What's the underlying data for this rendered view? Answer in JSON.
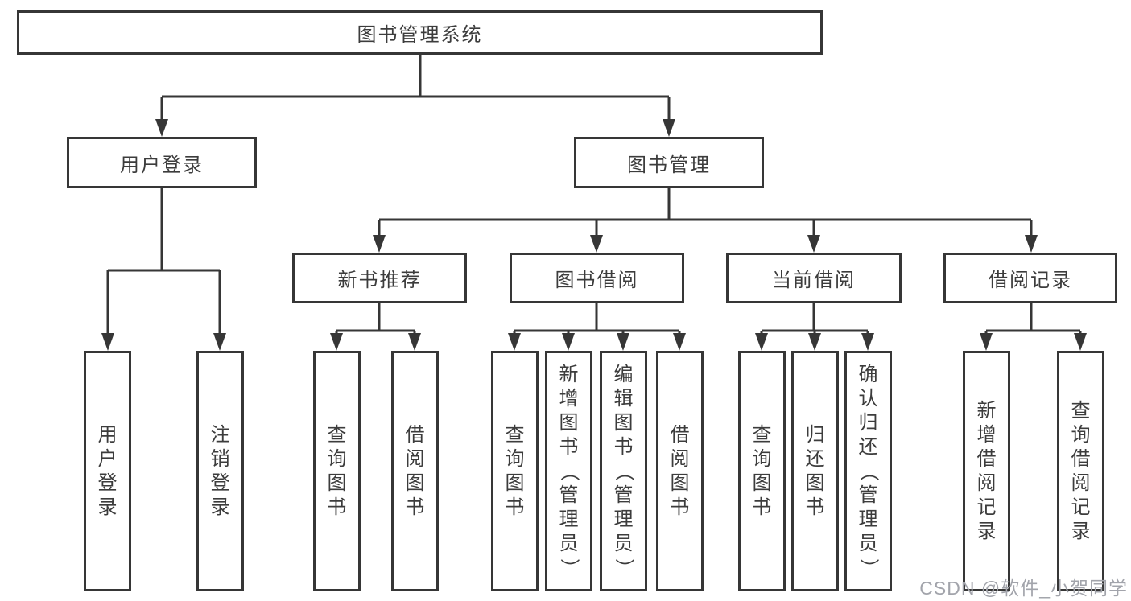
{
  "nodes": {
    "root": "图书管理系统",
    "user_login": "用户登录",
    "book_management": "图书管理",
    "new_book_recommend": "新书推荐",
    "book_borrow": "图书借阅",
    "current_borrow": "当前借阅",
    "borrow_records": "借阅记录",
    "ul_user_login": "用户登录",
    "ul_logout": "注销登录",
    "nbr_query_books": "查询图书",
    "nbr_borrow_books": "借阅图书",
    "bb_query_books": "查询图书",
    "bb_add_books": "新增图书（管理员）",
    "bb_edit_books": "编辑图书（管理员）",
    "bb_borrow_books": "借阅图书",
    "cb_query_books": "查询图书",
    "cb_return_books": "归还图书",
    "cb_confirm_return": "确认归还（管理员）",
    "br_add_record": "新增借阅记录",
    "br_query_record": "查询借阅记录"
  },
  "hierarchy": {
    "root": [
      "user_login",
      "book_management"
    ],
    "user_login": [
      "ul_user_login",
      "ul_logout"
    ],
    "book_management": [
      "new_book_recommend",
      "book_borrow",
      "current_borrow",
      "borrow_records"
    ],
    "new_book_recommend": [
      "nbr_query_books",
      "nbr_borrow_books"
    ],
    "book_borrow": [
      "bb_query_books",
      "bb_add_books",
      "bb_edit_books",
      "bb_borrow_books"
    ],
    "current_borrow": [
      "cb_query_books",
      "cb_return_books",
      "cb_confirm_return"
    ],
    "borrow_records": [
      "br_add_record",
      "br_query_record"
    ]
  },
  "watermark": {
    "text": "CSDN @软件_小贺同学"
  },
  "colors": {
    "line": "#363636",
    "text": "#3c3c3c",
    "background": "#ffffff",
    "watermark": "#a2a4ab"
  }
}
